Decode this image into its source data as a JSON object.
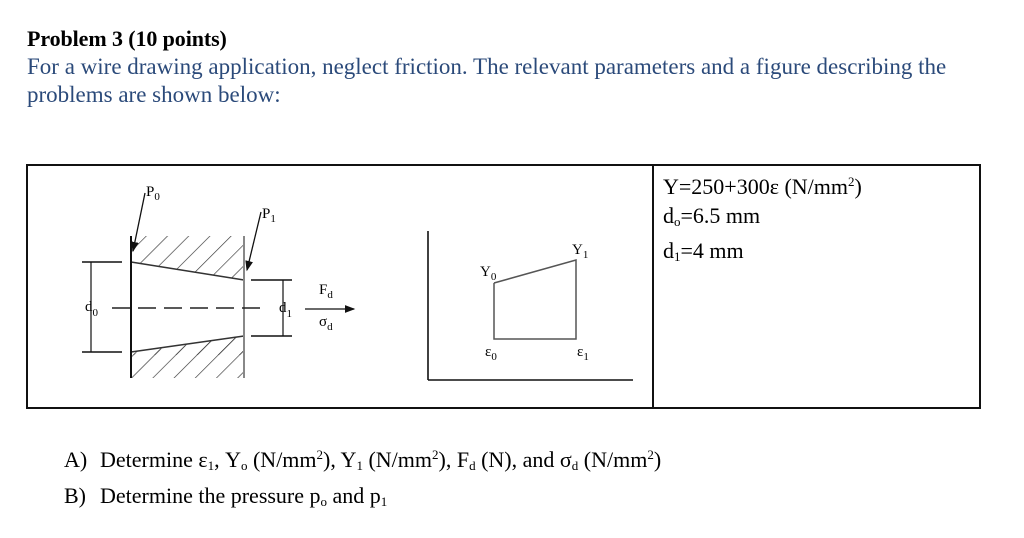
{
  "header": {
    "title": "Problem 3 (10 points)",
    "intro": "For a wire drawing application, neglect friction.  The relevant parameters and a figure describing the problems are shown below:"
  },
  "parameters": {
    "yield_eq": {
      "prefix": "Y=250+300ε (N/mm",
      "sup": "2",
      "suffix": ")"
    },
    "d0": {
      "base": "d",
      "sub": "o",
      "value": "=6.5 mm"
    },
    "d1": {
      "base": "d",
      "sub": "1",
      "value": "=4 mm"
    }
  },
  "figure_die": {
    "labels": {
      "p0": "P",
      "p0_sub": "0",
      "p1": "P",
      "p1_sub": "1",
      "d0": "d",
      "d0_sub": "0",
      "d1": "d",
      "d1_sub": "1",
      "fd": "F",
      "fd_sub": "d",
      "sd": "σ",
      "sd_sub": "d"
    }
  },
  "figure_curve": {
    "labels": {
      "y0": "Y",
      "y0_sub": "0",
      "y1": "Y",
      "y1_sub": "1",
      "e0": "ε",
      "e0_sub": "0",
      "e1": "ε",
      "e1_sub": "1"
    }
  },
  "questions": [
    {
      "label": "A)",
      "parts": [
        "Determine ε",
        "1",
        ", Y",
        "o",
        " (N/mm",
        "2",
        "), Y",
        "1",
        " (N/mm",
        "2",
        "), F",
        "d",
        " (N), and σ",
        "d",
        " (N/mm",
        "2",
        ")"
      ]
    },
    {
      "label": "B)",
      "parts": [
        "Determine the pressure p",
        "o",
        " and p",
        "1"
      ]
    }
  ]
}
